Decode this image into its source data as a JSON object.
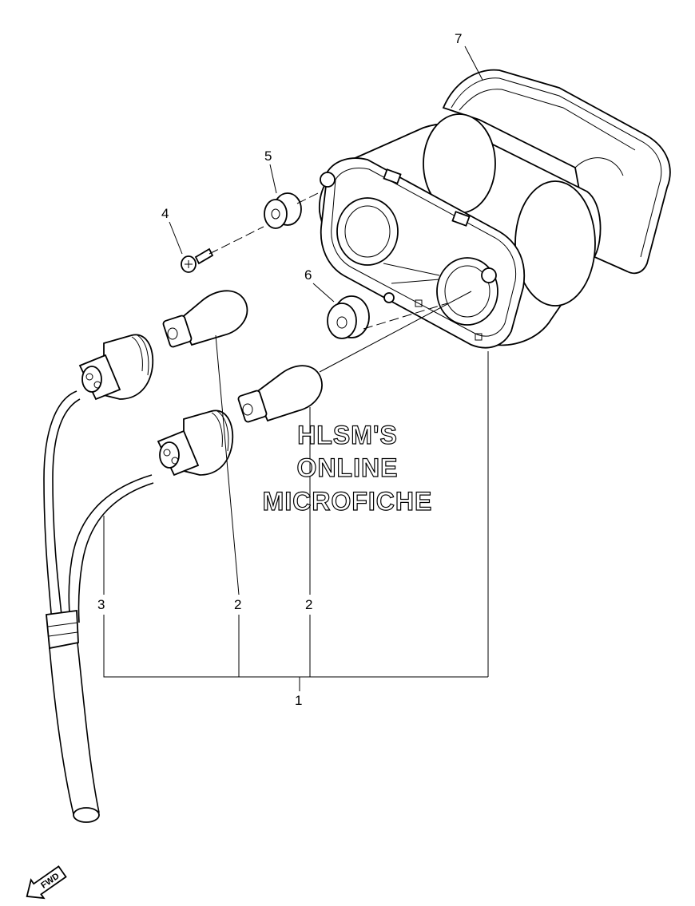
{
  "callouts": {
    "c1": "1",
    "c2a": "2",
    "c2b": "2",
    "c3": "3",
    "c4": "4",
    "c5": "5",
    "c6": "6",
    "c7": "7"
  },
  "watermark": {
    "line1": "HLSM'S",
    "line2": "ONLINE",
    "line3": "MICROFICHE"
  },
  "direction": {
    "label": "FWD"
  }
}
